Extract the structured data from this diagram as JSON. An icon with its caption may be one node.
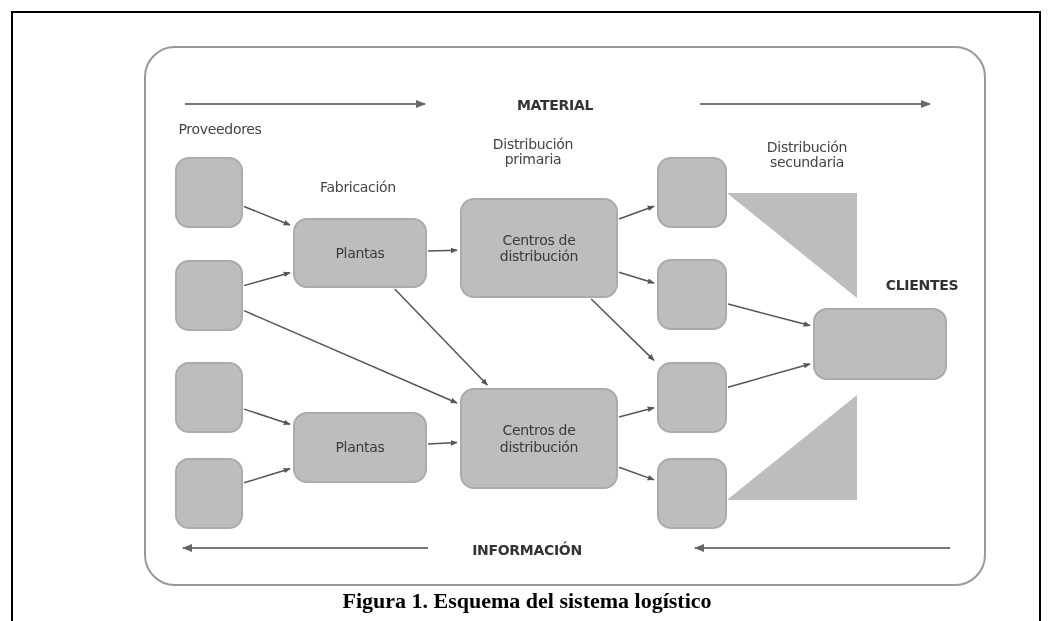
{
  "diagram": {
    "caption": "Figura 1. Esquema del sistema logístico",
    "nodes": [
      {
        "text": [],
        "shape": "box"
      },
      {
        "text": [],
        "shape": "box"
      },
      {
        "text": [],
        "shape": "box"
      },
      {
        "text": [],
        "shape": "box"
      },
      {
        "text": [
          "Plantas"
        ],
        "beside": [
          "Fabricación"
        ]
      },
      {
        "text": [
          "Plantas"
        ]
      },
      {
        "text": [
          "Centros de distribución"
        ],
        "beside": [
          "Distribución primaria"
        ]
      },
      {
        "text": [
          "Centros de distribución"
        ]
      },
      {
        "text": [],
        "shape": "box"
      },
      {
        "text": [],
        "shape": "box"
      },
      {
        "text": [],
        "shape": "box"
      },
      {
        "text": [],
        "shape": "box"
      },
      {
        "text": [],
        "shape": "box"
      },
      {
        "text": [],
        "shape": "triangle"
      },
      {
        "text": [],
        "shape": "triangle"
      }
    ],
    "edges": [
      {
        "from": 0,
        "to": 4,
        "arrow": "to"
      },
      {
        "from": 1,
        "to": 4,
        "arrow": "to"
      },
      {
        "from": 1,
        "to": 7,
        "arrow": "to"
      },
      {
        "from": 2,
        "to": 5,
        "arrow": "to"
      },
      {
        "from": 3,
        "to": 5,
        "arrow": "to"
      },
      {
        "from": 4,
        "to": 6,
        "arrow": "to"
      },
      {
        "from": 4,
        "to": 7,
        "arrow": "to"
      },
      {
        "from": 5,
        "to": 7,
        "arrow": "to"
      },
      {
        "from": 6,
        "to": 8,
        "arrow": "to"
      },
      {
        "from": 6,
        "to": 9,
        "arrow": "to"
      },
      {
        "from": 6,
        "to": 10,
        "arrow": "to"
      },
      {
        "from": 7,
        "to": 10,
        "arrow": "to"
      },
      {
        "from": 7,
        "to": 11,
        "arrow": "to"
      },
      {
        "from": 9,
        "to": 12,
        "arrow": "to"
      },
      {
        "from": 10,
        "to": 12,
        "arrow": "to"
      }
    ],
    "labels": [
      "MATERIAL",
      "Proveedores",
      "Distribución secundaria",
      "CLIENTES",
      "INFORMACIÓN"
    ]
  }
}
